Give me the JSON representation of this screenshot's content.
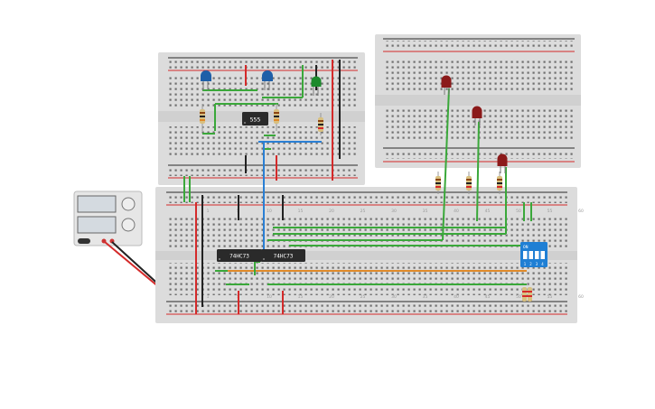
{
  "chips": {
    "timer": "555",
    "counter_a": "74HC73",
    "counter_b": "74HC73"
  },
  "dip_switch": {
    "on_label": "ON",
    "positions": [
      "1",
      "2",
      "3",
      "4"
    ]
  },
  "board_numbers": [
    "1",
    "5",
    "10",
    "15",
    "20",
    "25",
    "30",
    "35",
    "40",
    "45",
    "50",
    "55",
    "60"
  ],
  "colors": {
    "breadboard": "#dcdcdc",
    "rail_red": "#d42a2a",
    "rail_blue": "#2a2a2a",
    "wire_green": "#3aa83a",
    "wire_blue": "#2a7fd4",
    "wire_orange": "#e08a2a",
    "wire_red": "#d42a2a",
    "wire_black": "#222222",
    "led_blue": "#1f5fa8",
    "led_green": "#1c8a2c",
    "led_red": "#8b1a1a",
    "switch_blue": "#1f7fd4",
    "chip": "#2a2a2a"
  }
}
